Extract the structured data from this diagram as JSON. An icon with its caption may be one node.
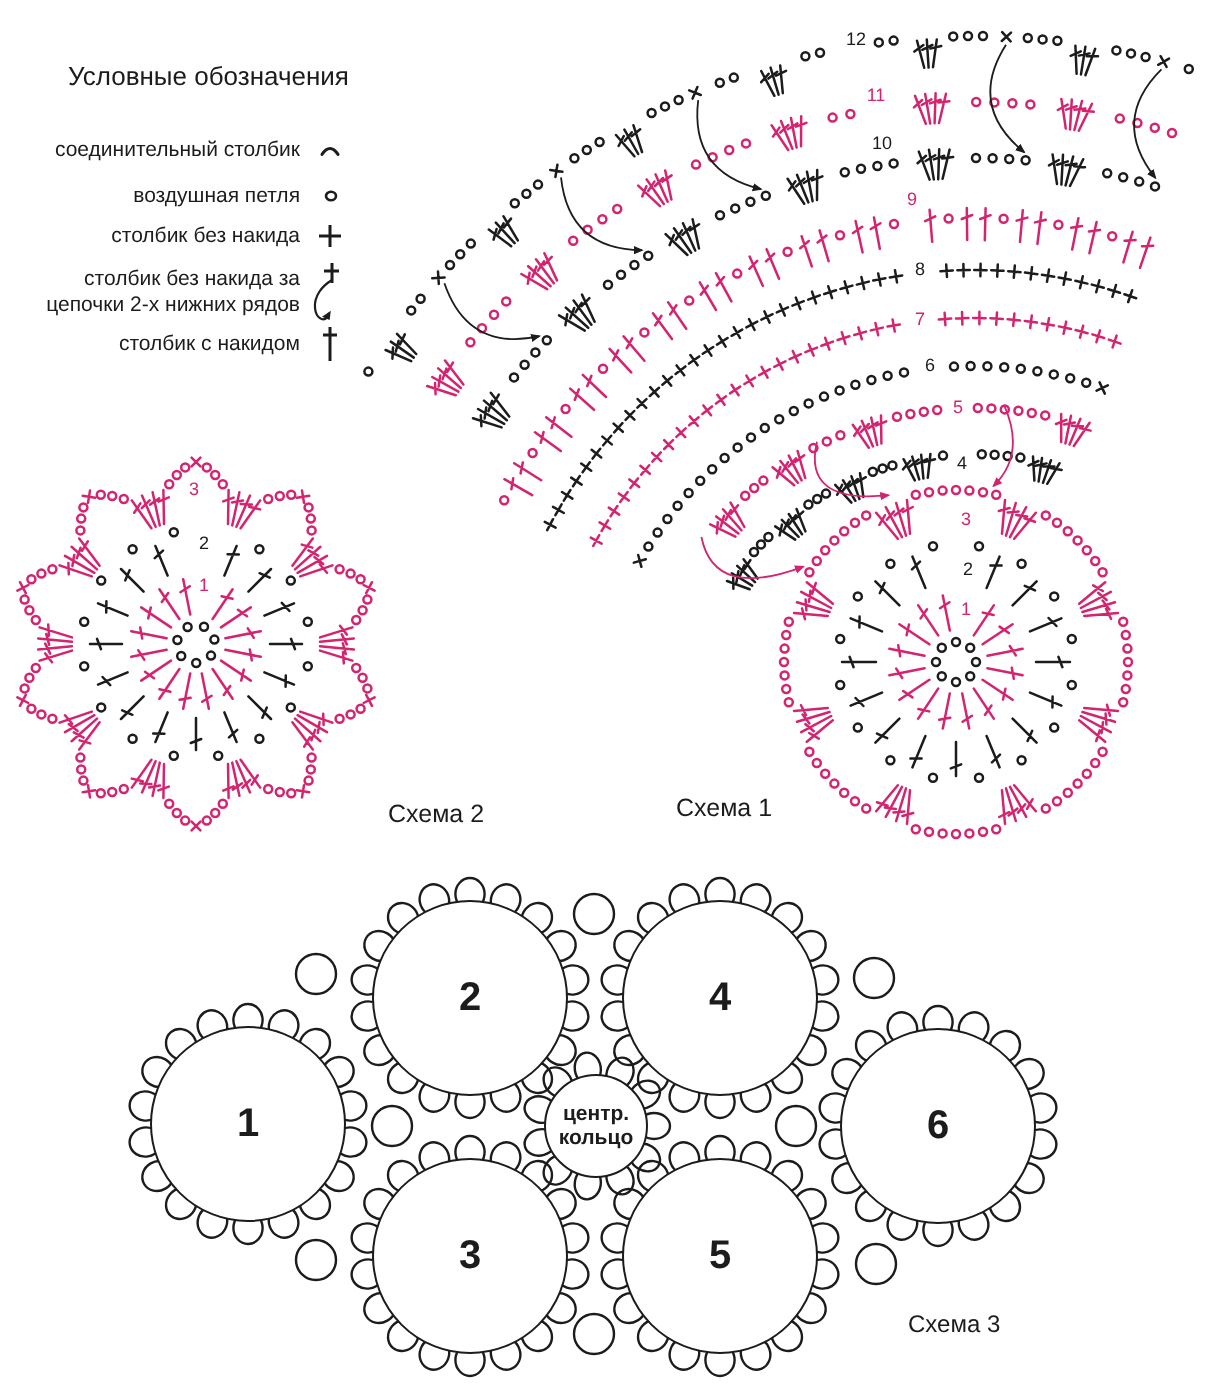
{
  "diagram": {
    "nodes": [
      {
        "text": [
          "2"
        ]
      },
      {
        "text": [
          "4"
        ]
      },
      {
        "text": [
          "1"
        ]
      },
      {
        "text": [
          "центр. кольцо"
        ]
      },
      {
        "text": [
          "6"
        ]
      },
      {
        "text": [
          "3"
        ]
      },
      {
        "text": [
          "5"
        ]
      }
    ],
    "labels": [
      "Условные обозначения",
      "12",
      "11",
      "10",
      "9",
      "8",
      "7",
      "6",
      "5",
      "4",
      "3",
      "2",
      "1",
      "3",
      "2",
      "1",
      "Схема 2",
      "Схема 1",
      "Схема 3"
    ],
    "legend": [
      {
        "text": "соединительный столбик"
      },
      {
        "text": "воздушная петля"
      },
      {
        "text": "столбик без накида"
      },
      {
        "text": "столбик без накида за цепочки 2-х нижних рядов"
      },
      {
        "text": "столбик с накидом"
      }
    ]
  }
}
